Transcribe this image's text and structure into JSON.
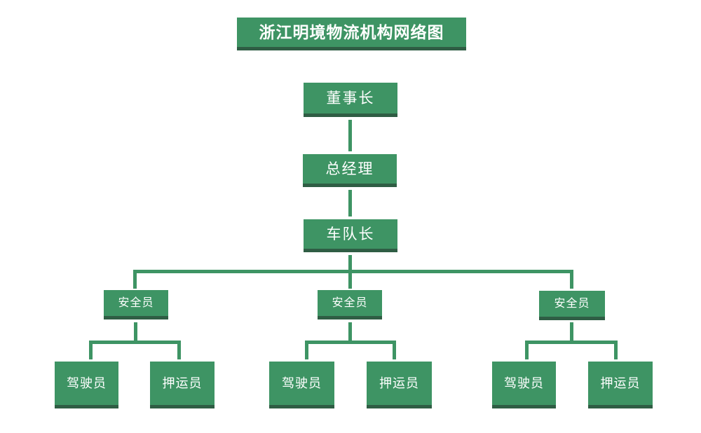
{
  "title": "浙江明境物流机构网络图",
  "nodes": {
    "chairman": {
      "label": "董事长"
    },
    "general_manager": {
      "label": "总经理"
    },
    "fleet_captain": {
      "label": "车队长"
    },
    "safety_officer_1": {
      "label": "安全员"
    },
    "safety_officer_2": {
      "label": "安全员"
    },
    "safety_officer_3": {
      "label": "安全员"
    },
    "driver_1": {
      "label": "驾驶员"
    },
    "escort_1": {
      "label": "押运员"
    },
    "driver_2": {
      "label": "驾驶员"
    },
    "escort_2": {
      "label": "押运员"
    },
    "driver_3": {
      "label": "驾驶员"
    },
    "escort_3": {
      "label": "押运员"
    }
  },
  "hierarchy": {
    "董事长": {
      "总经理": {
        "车队长": {
          "安全员_1": [
            "驾驶员",
            "押运员"
          ],
          "安全员_2": [
            "驾驶员",
            "押运员"
          ],
          "安全员_3": [
            "驾驶员",
            "押运员"
          ]
        }
      }
    }
  },
  "colors": {
    "node_fill": "#3E9464",
    "node_bottom_edge": "#2F5D44",
    "connector": "#3E9464",
    "text": "#FFFFFF",
    "background": "#FFFFFF"
  }
}
